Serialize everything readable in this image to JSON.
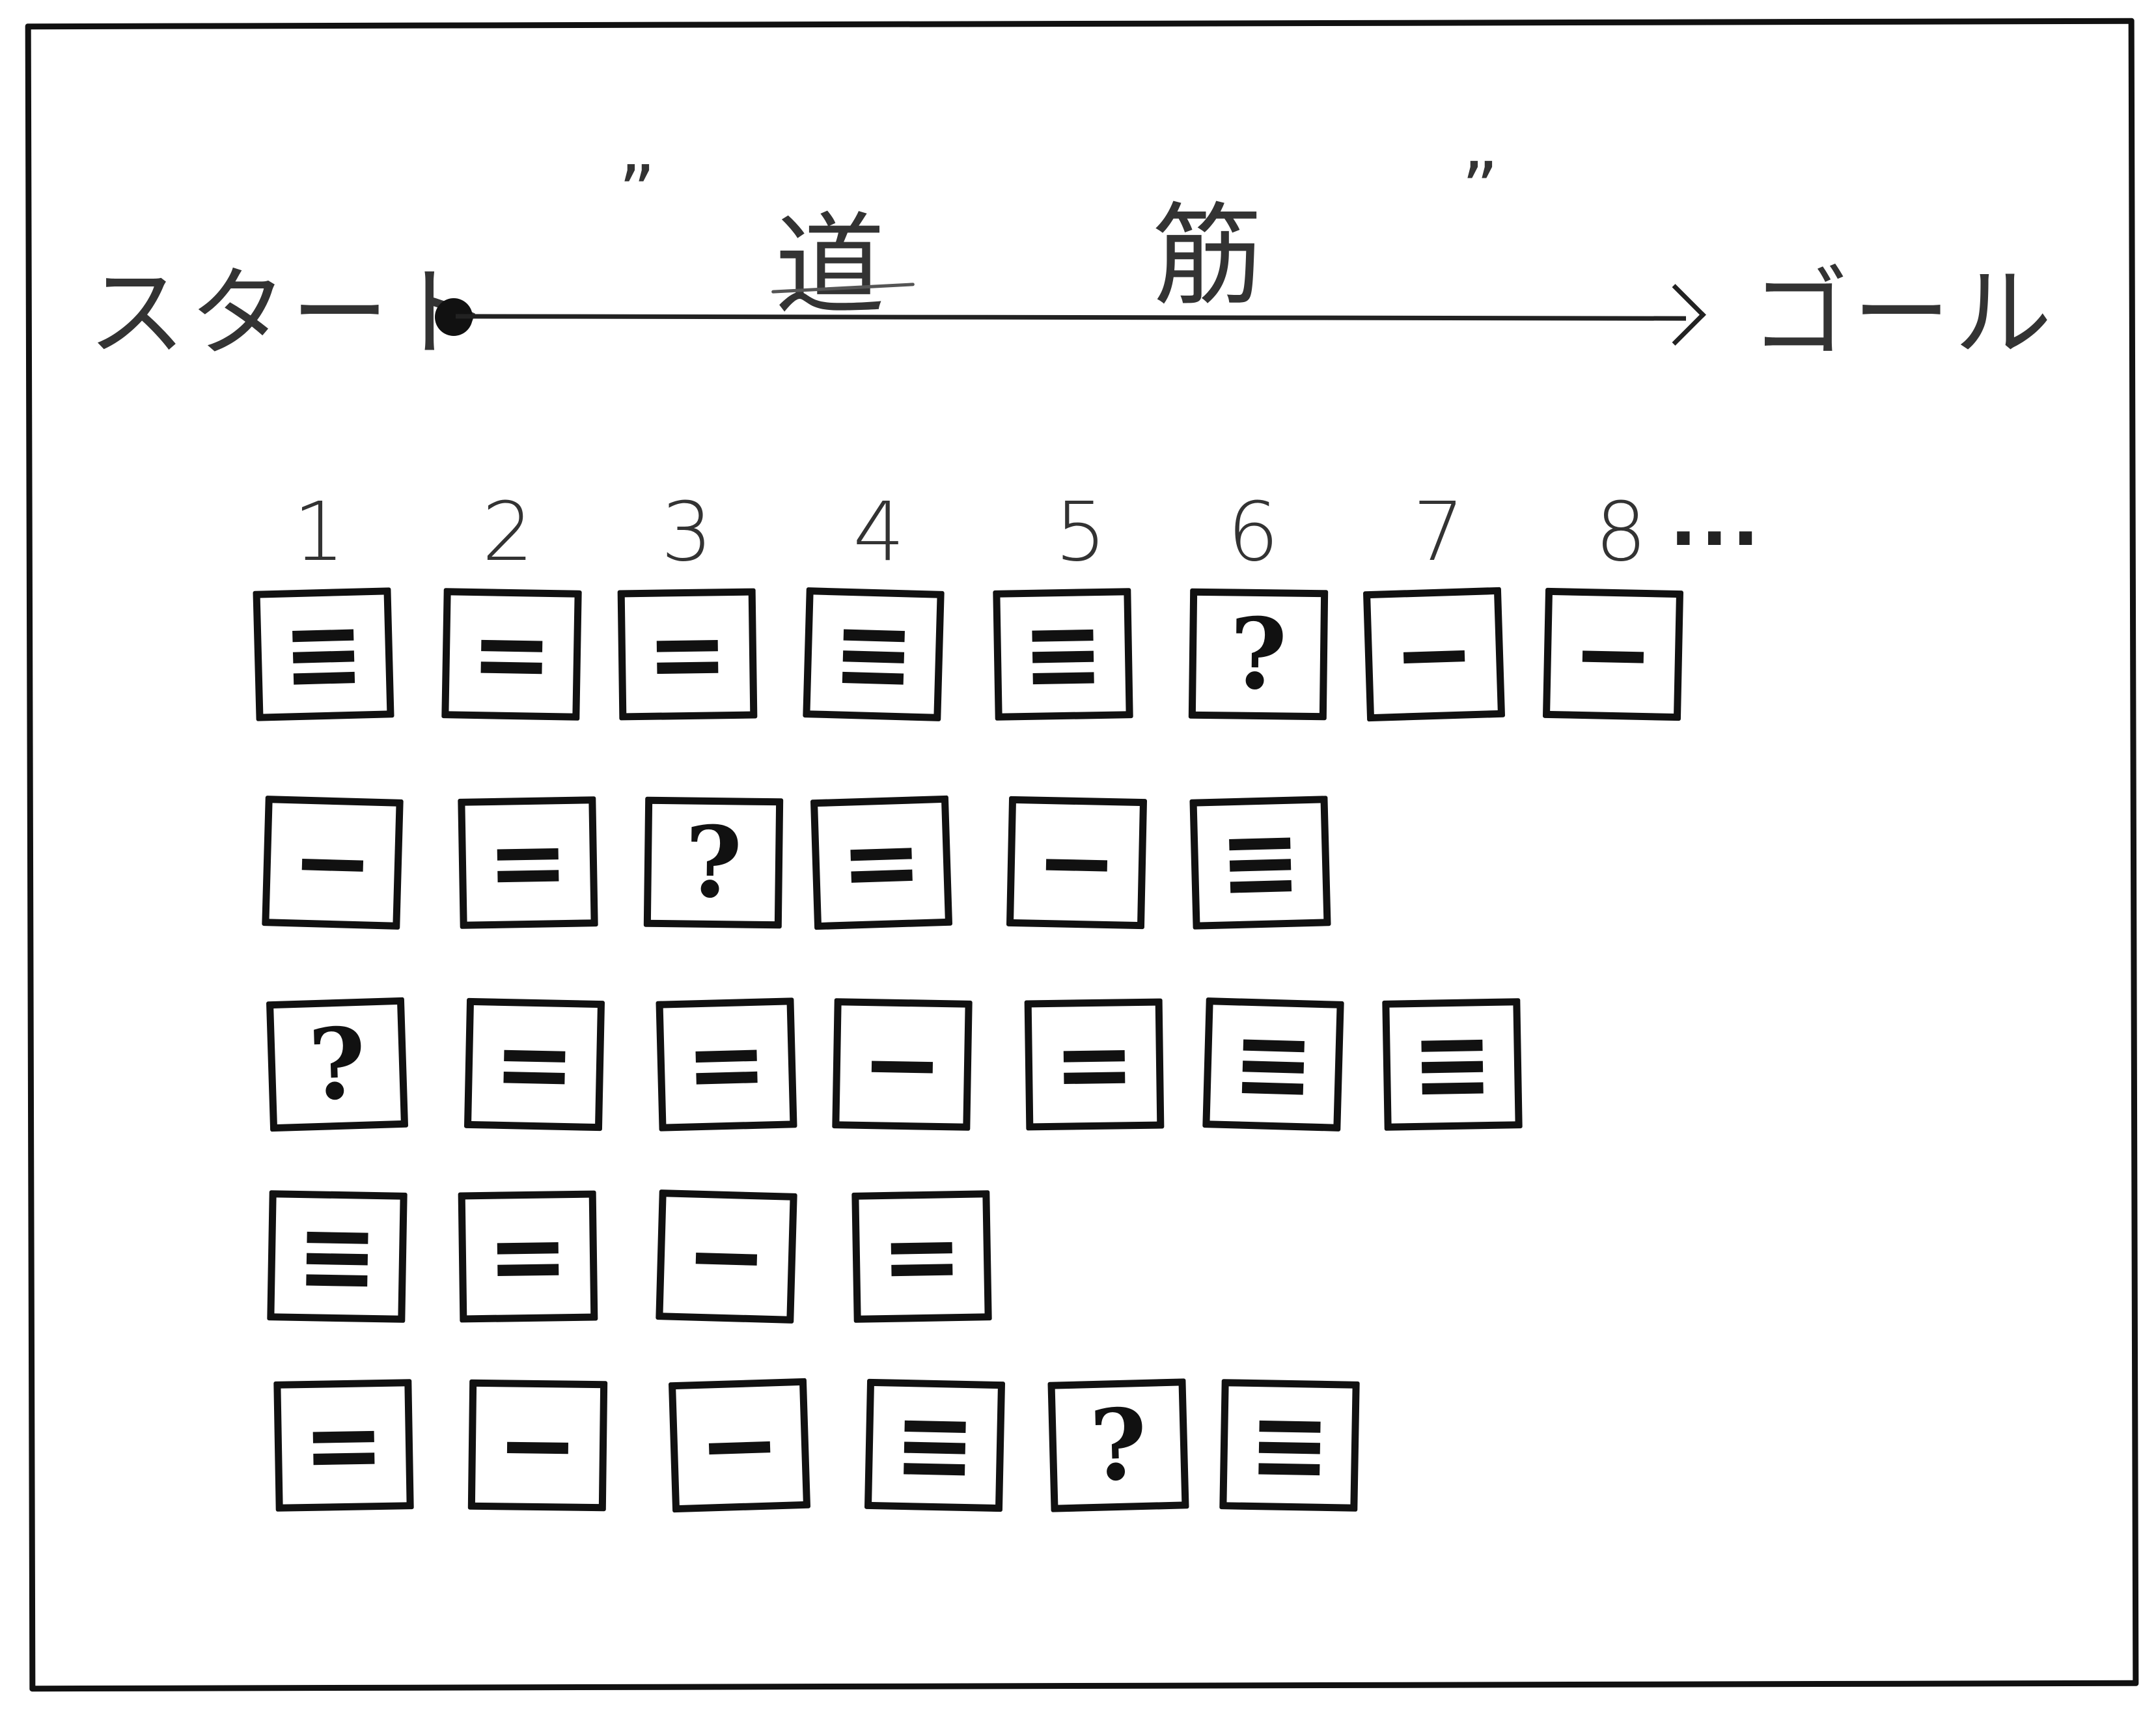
{
  "title": {
    "start_label": "スタート",
    "goal_label": "ゴール",
    "open_quote": "”",
    "close_quote": "”",
    "word_char_1": "道",
    "word_char_2": "筋"
  },
  "columns": [
    "1",
    "2",
    "3",
    "4",
    "5",
    "6",
    "7",
    "8"
  ],
  "columns_more": "...",
  "rows": [
    [
      "≡",
      "=",
      "=",
      "≡",
      "≡",
      "?",
      "−",
      "−"
    ],
    [
      "−",
      "=",
      "?",
      "=",
      "−",
      "≡"
    ],
    [
      "?",
      "=",
      "=",
      "−",
      "=",
      "≡",
      "≡"
    ],
    [
      "≡",
      "=",
      "−",
      "="
    ],
    [
      "=",
      "−",
      "−",
      "≡",
      "?",
      "≡"
    ]
  ]
}
